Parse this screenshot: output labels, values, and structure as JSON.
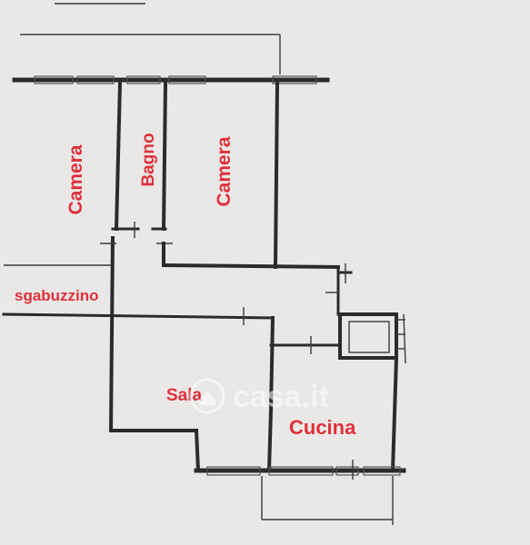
{
  "rooms": {
    "camera_left": "Camera",
    "bagno": "Bagno",
    "camera_right": "Camera",
    "sgabuzzino": "sgabuzzino",
    "sala": "Sala",
    "cucina": "Cucina"
  },
  "watermark": {
    "text": "casa.it"
  },
  "colors": {
    "background": "#e9e8e6",
    "wall": "#2b2b2b",
    "label": "#e0303a"
  }
}
